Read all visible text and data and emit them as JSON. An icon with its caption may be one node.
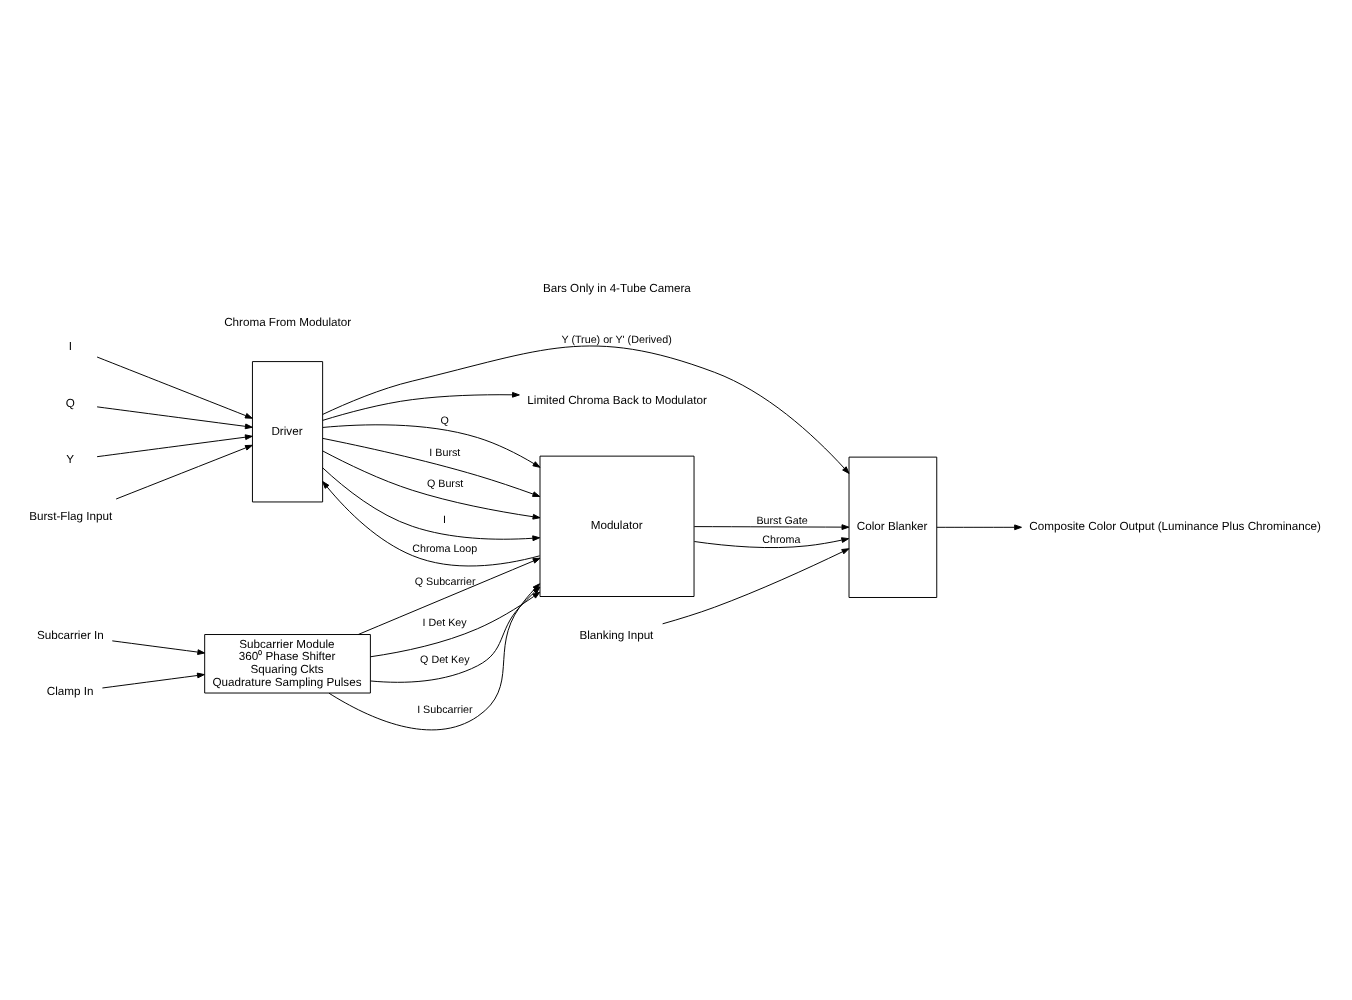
{
  "diagram": {
    "nodes": [
      {
        "text": [
          "Subcarrier Module",
          "360⁰ Phase Shifter",
          "Squaring Ckts",
          "Quadrature Sampling Pulses"
        ]
      },
      {
        "text": [
          "Driver"
        ]
      },
      {
        "text": [
          "Modulator"
        ]
      },
      {
        "text": [
          "Color Blanker"
        ]
      },
      {
        "text": [
          "Subcarrier In"
        ]
      },
      {
        "text": [
          "Clamp In"
        ]
      },
      {
        "text": [
          "I"
        ]
      },
      {
        "text": [
          "Q"
        ]
      },
      {
        "text": [
          "Y"
        ]
      },
      {
        "text": [
          "Burst-Flag Input"
        ]
      },
      {
        "text": [
          "Limited Chroma Back to Modulator"
        ]
      },
      {
        "text": [
          "Composite Color Output (Luminance Plus Chrominance)"
        ]
      },
      {
        "text": [
          "Blanking Input"
        ]
      }
    ],
    "edges": [
      {
        "from": 4,
        "to": 0,
        "arrow": "to"
      },
      {
        "from": 5,
        "to": 0,
        "arrow": "to"
      },
      {
        "from": 6,
        "to": 1,
        "arrow": "to"
      },
      {
        "from": 7,
        "to": 1,
        "arrow": "to"
      },
      {
        "from": 8,
        "to": 1,
        "arrow": "to"
      },
      {
        "from": 9,
        "to": 1,
        "arrow": "to"
      },
      {
        "from": 0,
        "to": 2,
        "label": "I Subcarrier",
        "arrow": "to"
      },
      {
        "from": 0,
        "to": 2,
        "label": "Q Subcarrier",
        "arrow": "to"
      },
      {
        "from": 0,
        "to": 2,
        "label": "I Det Key",
        "arrow": "to"
      },
      {
        "from": 0,
        "to": 2,
        "label": "Q Det Key",
        "arrow": "to"
      },
      {
        "from": 1,
        "to": 2,
        "label": "I",
        "arrow": "to"
      },
      {
        "from": 1,
        "to": 2,
        "label": "Q",
        "arrow": "to"
      },
      {
        "from": 1,
        "to": 2,
        "label": "I Burst",
        "arrow": "to"
      },
      {
        "from": 1,
        "to": 2,
        "label": "Q Burst",
        "arrow": "to"
      },
      {
        "from": 2,
        "to": 1,
        "label": "Chroma Loop",
        "arrow": "to"
      },
      {
        "from": 2,
        "to": 3,
        "label": "Chroma",
        "arrow": "to"
      },
      {
        "from": 2,
        "to": 3,
        "label": "Burst Gate",
        "arrow": "to"
      },
      {
        "from": 1,
        "to": 3,
        "label": "Y (True) or Y' (Derived)",
        "arrow": "to"
      },
      {
        "from": 1,
        "to": 10,
        "arrow": "to"
      },
      {
        "from": 3,
        "to": 11,
        "arrow": "to"
      },
      {
        "from": 12,
        "to": 3,
        "arrow": "to"
      }
    ],
    "labels": [
      "Chroma From Modulator",
      "Bars Only in 4-Tube Camera"
    ]
  }
}
